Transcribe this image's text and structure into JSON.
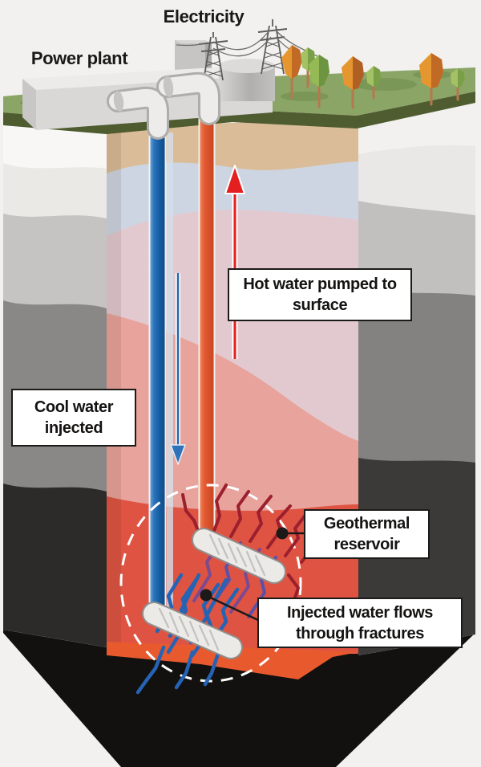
{
  "labels": {
    "electricity": "Electricity",
    "power_plant": "Power plant"
  },
  "callouts": {
    "hot_water": {
      "line1": "Hot water pumped to",
      "line2": "surface"
    },
    "cool_water": {
      "line1": "Cool water",
      "line2": "injected"
    },
    "geothermal_reservoir": {
      "line1": "Geothermal",
      "line2": "reservoir"
    },
    "injected_water": {
      "line1": "Injected water flows",
      "line2": "through fractures"
    }
  },
  "colors": {
    "background": "#f2f1ef",
    "grass_top": "#8ba566",
    "grass_edge": "#4e5c30",
    "tan_layer": "#dabd98",
    "pale_blue_layer": "#cdd5e3",
    "pale_pink_layer": "#e2c9d0",
    "salmon_zone": "#e8a39c",
    "reservoir_red": "#df5343",
    "floor_orange": "#e85a2e",
    "injection_pipe_blue": "#1a69b4",
    "production_pipe_red": "#e2552e",
    "arrow_red": "#e31f1f",
    "arrow_blue": "#2166ae",
    "fracture_dark_red": "#9b1f2d",
    "fracture_purple": "#6b4fa2",
    "fracture_blue": "#2563b4",
    "label_border": "#1c1b19"
  }
}
